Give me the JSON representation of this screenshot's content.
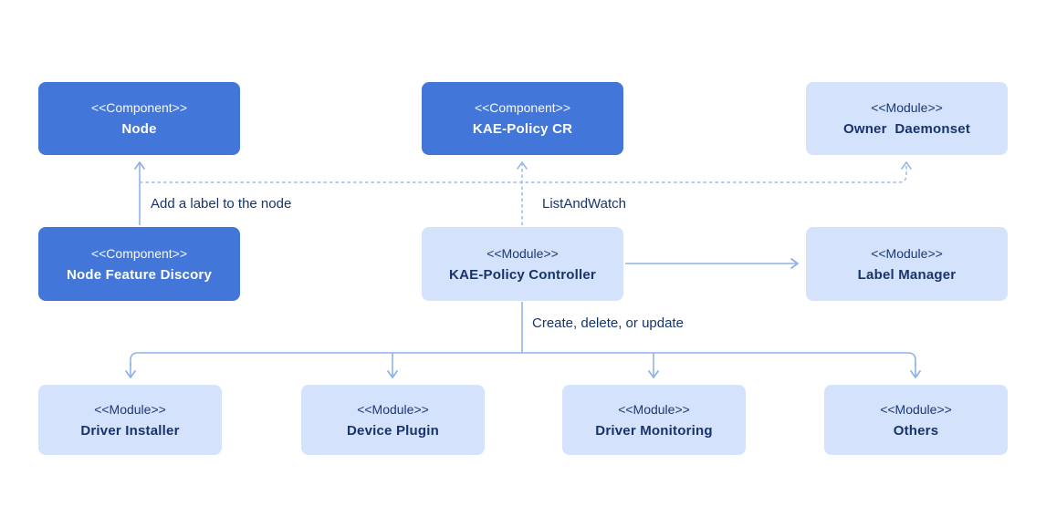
{
  "diagram": {
    "nodes": {
      "node": {
        "stereotype": "<<Component>>",
        "title": "Node"
      },
      "kae_policy_cr": {
        "stereotype": "<<Component>>",
        "title": "KAE-Policy CR"
      },
      "owner_daemonset": {
        "stereotype": "<<Module>>",
        "title": "Owner  Daemonset"
      },
      "node_feature_discory": {
        "stereotype": "<<Component>>",
        "title": "Node Feature Discory"
      },
      "kae_policy_controller": {
        "stereotype": "<<Module>>",
        "title": "KAE-Policy Controller"
      },
      "label_manager": {
        "stereotype": "<<Module>>",
        "title": "Label Manager"
      },
      "driver_installer": {
        "stereotype": "<<Module>>",
        "title": "Driver Installer"
      },
      "device_plugin": {
        "stereotype": "<<Module>>",
        "title": "Device Plugin"
      },
      "driver_monitoring": {
        "stereotype": "<<Module>>",
        "title": "Driver Monitoring"
      },
      "others": {
        "stereotype": "<<Module>>",
        "title": "Others"
      }
    },
    "edge_labels": {
      "add_label": "Add a label to the node",
      "list_and_watch": "ListAndWatch",
      "create_delete_update": "Create, delete, or update"
    },
    "colors": {
      "component_fill": "#4276d8",
      "module_fill": "#d5e2fc",
      "text_navy": "#17346b",
      "arrow": "#8fb2ea",
      "arrow_dashed": "#9cbcf0"
    }
  }
}
